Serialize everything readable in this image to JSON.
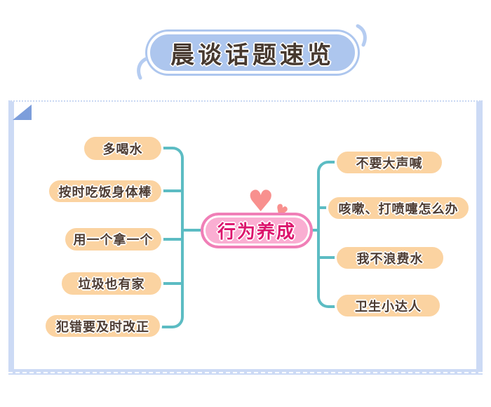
{
  "title": {
    "text": "晨谈话题速览"
  },
  "decor": {
    "heart_glyph": "♥",
    "hearts": [
      "heart-large-icon",
      "heart-small-icon"
    ],
    "corner_fold": "folded-corner-triangle"
  },
  "mindmap": {
    "center": {
      "label": "行为养成"
    },
    "left_branches": [
      {
        "label": "多喝水"
      },
      {
        "label": "按时吃饭身体棒"
      },
      {
        "label": "用一个拿一个"
      },
      {
        "label": "垃圾也有家"
      },
      {
        "label": "犯错要及时改正"
      }
    ],
    "right_branches": [
      {
        "label": "不要大声喊"
      },
      {
        "label": "咳嗽、打喷嚏怎么办"
      },
      {
        "label": "我不浪费水"
      },
      {
        "label": "卫生小达人"
      }
    ]
  },
  "colors": {
    "title_fill": "#adc6ee",
    "card_frame": "#ccdaf5",
    "corner_triangle": "#7d9edb",
    "connector_teal": "#5cbcc3",
    "branch_fill": "#fbd3a1",
    "branch_text": "#4d3c33",
    "center_fill": "#faaed2",
    "center_border": "#f07fb7",
    "center_text": "#dc156d",
    "heart": "#f8908e"
  }
}
